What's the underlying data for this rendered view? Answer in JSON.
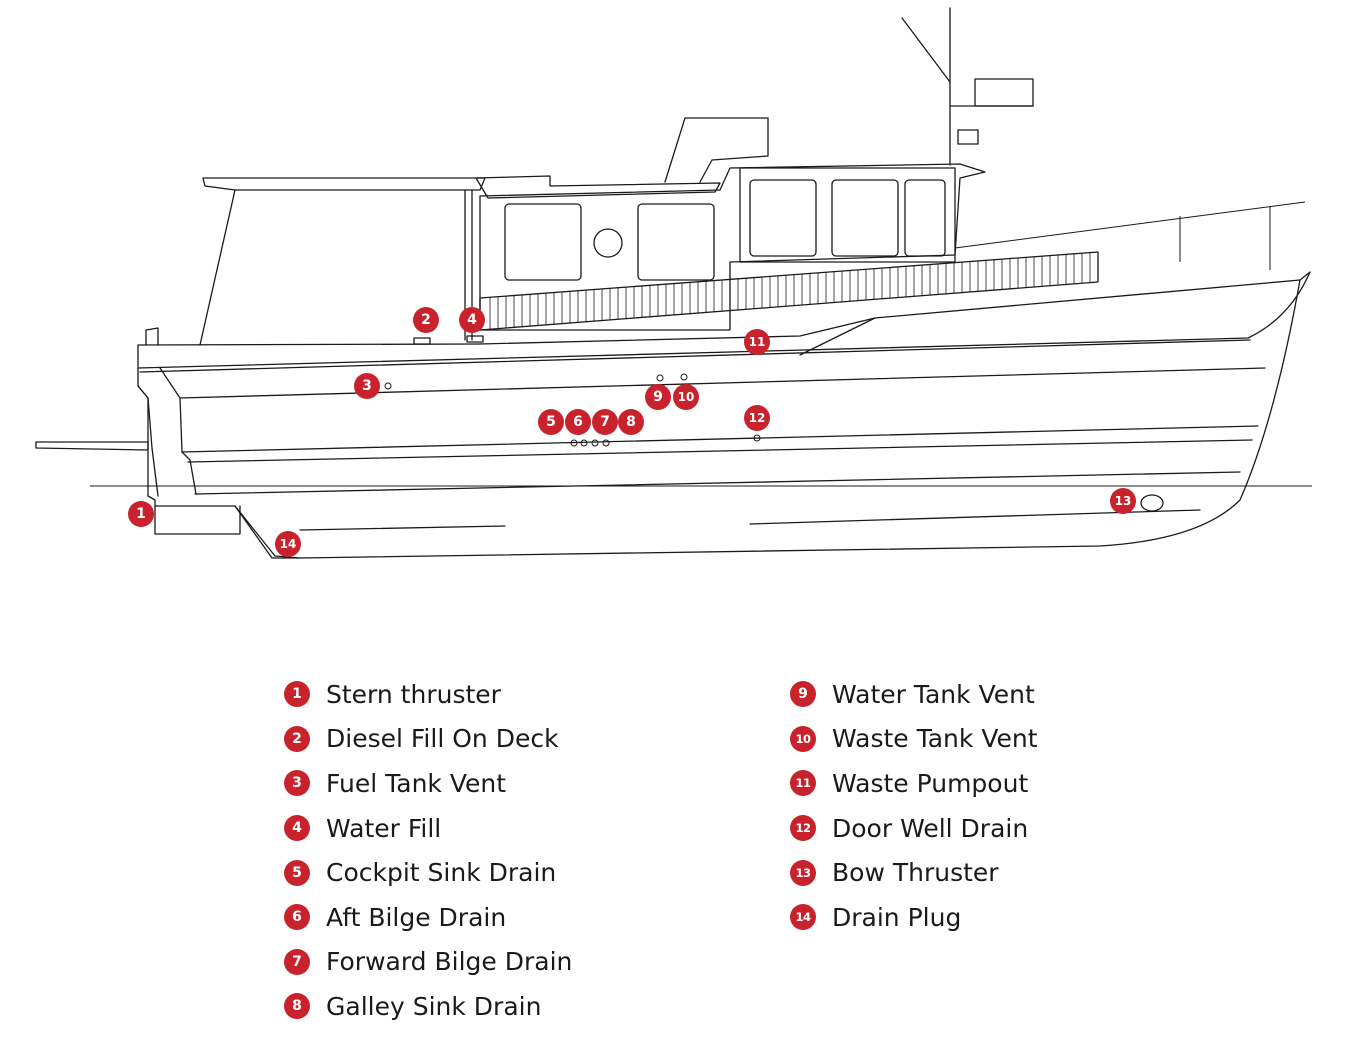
{
  "colors": {
    "badge": "#c8232c",
    "line": "#1a1a1a",
    "background": "#ffffff"
  },
  "diagram": {
    "markers": [
      {
        "id": 1,
        "label": "1"
      },
      {
        "id": 2,
        "label": "2"
      },
      {
        "id": 3,
        "label": "3"
      },
      {
        "id": 4,
        "label": "4"
      },
      {
        "id": 5,
        "label": "5"
      },
      {
        "id": 6,
        "label": "6"
      },
      {
        "id": 7,
        "label": "7"
      },
      {
        "id": 8,
        "label": "8"
      },
      {
        "id": 9,
        "label": "9"
      },
      {
        "id": 10,
        "label": "10"
      },
      {
        "id": 11,
        "label": "11"
      },
      {
        "id": 12,
        "label": "12"
      },
      {
        "id": 13,
        "label": "13"
      },
      {
        "id": 14,
        "label": "14"
      }
    ]
  },
  "legend": {
    "left": [
      {
        "number": "1",
        "label": "Stern thruster"
      },
      {
        "number": "2",
        "label": "Diesel Fill On Deck"
      },
      {
        "number": "3",
        "label": "Fuel Tank Vent"
      },
      {
        "number": "4",
        "label": "Water Fill"
      },
      {
        "number": "5",
        "label": "Cockpit Sink Drain"
      },
      {
        "number": "6",
        "label": "Aft Bilge Drain"
      },
      {
        "number": "7",
        "label": "Forward Bilge Drain"
      },
      {
        "number": "8",
        "label": "Galley Sink Drain"
      }
    ],
    "right": [
      {
        "number": "9",
        "label": "Water Tank Vent"
      },
      {
        "number": "10",
        "label": "Waste Tank Vent"
      },
      {
        "number": "11",
        "label": "Waste Pumpout"
      },
      {
        "number": "12",
        "label": "Door Well Drain"
      },
      {
        "number": "13",
        "label": "Bow Thruster"
      },
      {
        "number": "14",
        "label": "Drain Plug"
      }
    ]
  }
}
